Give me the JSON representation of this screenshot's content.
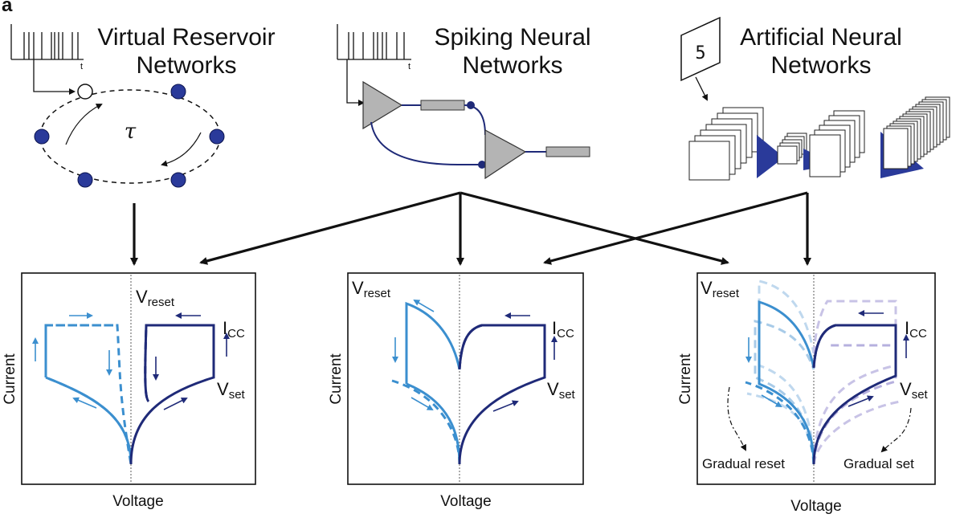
{
  "panel_letter": "a",
  "columns": [
    {
      "title_line1": "Virtual Reservoir",
      "title_line2": "Networks"
    },
    {
      "title_line1": "Spiking Neural",
      "title_line2": "Networks"
    },
    {
      "title_line1": "Artificial Neural",
      "title_line2": "Networks"
    }
  ],
  "reservoir": {
    "tau": "τ",
    "time_axis": "t"
  },
  "spiking": {
    "time_axis": "t"
  },
  "ann": {
    "digit": "5"
  },
  "plots": [
    {
      "ylabel": "Current",
      "xlabel": "Voltage",
      "v_reset": "V",
      "v_reset_sub": "reset",
      "i_cc": "I",
      "i_cc_sub": "CC",
      "v_set": "V",
      "v_set_sub": "set"
    },
    {
      "ylabel": "Current",
      "xlabel": "Voltage",
      "v_reset": "V",
      "v_reset_sub": "reset",
      "i_cc": "I",
      "i_cc_sub": "CC",
      "v_set": "V",
      "v_set_sub": "set"
    },
    {
      "ylabel": "Current",
      "xlabel": "Voltage",
      "v_reset": "V",
      "v_reset_sub": "reset",
      "i_cc": "I",
      "i_cc_sub": "CC",
      "v_set": "V",
      "v_set_sub": "set",
      "gradual_reset": "Gradual reset",
      "gradual_set": "Gradual set"
    }
  ],
  "colors": {
    "light": "#3b8fcf",
    "dark": "#1f2a78",
    "node": "#2a3a9a",
    "gray": "#b4b4b4"
  }
}
